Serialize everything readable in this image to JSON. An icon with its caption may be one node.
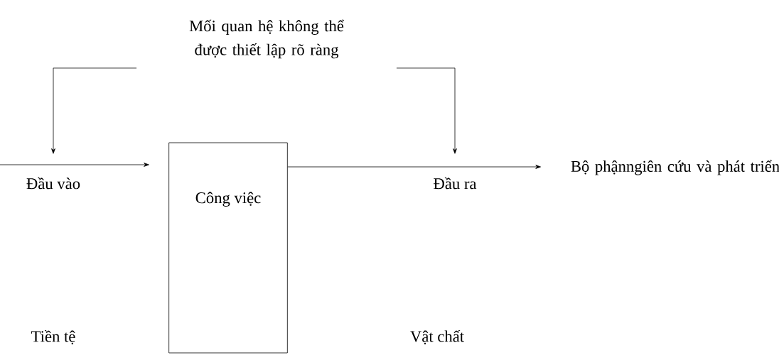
{
  "diagram": {
    "nodes": [
      {
        "text": [
          "Mối quan hệ không thể được thiết lập rõ ràng"
        ]
      },
      {
        "text": [
          "Đầu vào"
        ]
      },
      {
        "text": [
          "Đầu ra"
        ]
      },
      {
        "text": [
          "Công việc"
        ]
      },
      {
        "text": [
          "Bộ phậnngiên cứu và phát triển"
        ]
      }
    ],
    "edges": [
      {
        "from": 0,
        "to": 1,
        "arrow": "to"
      },
      {
        "from": 0,
        "to": 2,
        "arrow": "to"
      },
      {
        "from": null,
        "to": 3,
        "arrow": "to"
      },
      {
        "from": 3,
        "to": 4,
        "arrow": "to"
      }
    ],
    "labels": [
      "Tiền tệ",
      "Vật chất"
    ]
  }
}
